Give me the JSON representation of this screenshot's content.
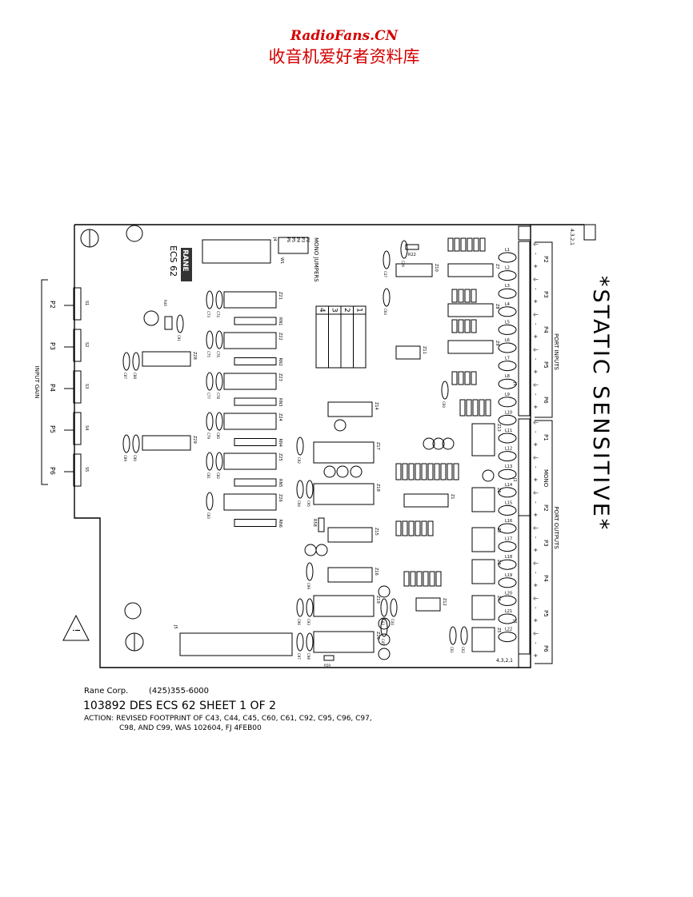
{
  "watermark": {
    "site": "RadioFans.CN",
    "subtitle": "收音机爱好者资料库"
  },
  "board": {
    "logo": "RANE",
    "model": "ECS 62",
    "jumpers_title": "MONO JUMPERS",
    "jumper_labels": [
      "P2",
      "P3",
      "P4",
      "P5",
      "P6"
    ],
    "jumper_ref": "J4",
    "jumper_header": "W1",
    "dip_positions": [
      "1",
      "2",
      "3",
      "4"
    ],
    "connector_pin_order_top": "4,3,2,1",
    "connector_pin_order_bottom": "4,3,2,1",
    "connectors": [
      "J1",
      "J2",
      "J3",
      "J5"
    ]
  },
  "input_gain": {
    "label": "INPUT GAIN",
    "ports": [
      "P2",
      "P3",
      "P4",
      "P5",
      "P6"
    ],
    "switches": [
      "S1",
      "S2",
      "S3",
      "S4",
      "S5"
    ]
  },
  "port_inputs": {
    "label": "PORT INPUTS",
    "ports": [
      "P2",
      "P3",
      "P4",
      "P5",
      "P6"
    ]
  },
  "port_outputs": {
    "label": "PORT OUTPUTS",
    "ports": [
      "P1",
      "MONO",
      "P2",
      "P3",
      "P4",
      "P5",
      "P6"
    ]
  },
  "pin_symbols": {
    "ground": "⏚",
    "minus": "-",
    "plus": "+"
  },
  "warning": {
    "static": "*STATIC SENSITIVE*",
    "symbol": "!"
  },
  "components": {
    "ics": [
      "Z21",
      "Z22",
      "Z23",
      "Z24",
      "Z25",
      "Z26",
      "Z28",
      "Z29",
      "Z14",
      "Z17",
      "Z18",
      "Z15",
      "Z16",
      "Z19",
      "Z20",
      "Z1",
      "Z7",
      "Z8",
      "Z9",
      "Z10",
      "Z11",
      "Z12",
      "Z13",
      "Z2",
      "Z3",
      "Z4",
      "Z5",
      "Z6",
      "Z22"
    ],
    "coils": [
      "L1",
      "L2",
      "L3",
      "L4",
      "L5",
      "L6",
      "L7",
      "L8",
      "L9",
      "L10",
      "L11",
      "L12",
      "L13",
      "L14",
      "L15",
      "L16",
      "L17",
      "L18",
      "L19",
      "L20",
      "L21",
      "L22"
    ],
    "resistor_arrays": [
      "RN1",
      "RN2",
      "RN3",
      "RN4",
      "RN5",
      "RN6"
    ],
    "caps": [
      "C73",
      "C74",
      "C75",
      "C76",
      "C77",
      "C78",
      "C79",
      "C80",
      "C81",
      "C82",
      "C83",
      "C87",
      "C88",
      "C89",
      "C90",
      "C91",
      "C92",
      "C94",
      "C95",
      "C96",
      "C93",
      "C97",
      "C98",
      "C99",
      "C43",
      "C44",
      "C45",
      "C60",
      "C61",
      "C62",
      "C26",
      "C47",
      "C64"
    ],
    "misc": [
      "R40",
      "R22",
      "R59",
      "R58"
    ]
  },
  "title_block": {
    "company": "Rane Corp.",
    "phone": "(425)355-6000",
    "drawing": "103892 DES ECS 62 SHEET 1 OF 2",
    "action_line1": "ACTION: REVISED FOOTPRINT OF C43, C44, C45, C60, C61, C92, C95, C96, C97,",
    "action_line2": "C98, AND C99, WAS 102604, FJ 4FEB00"
  }
}
